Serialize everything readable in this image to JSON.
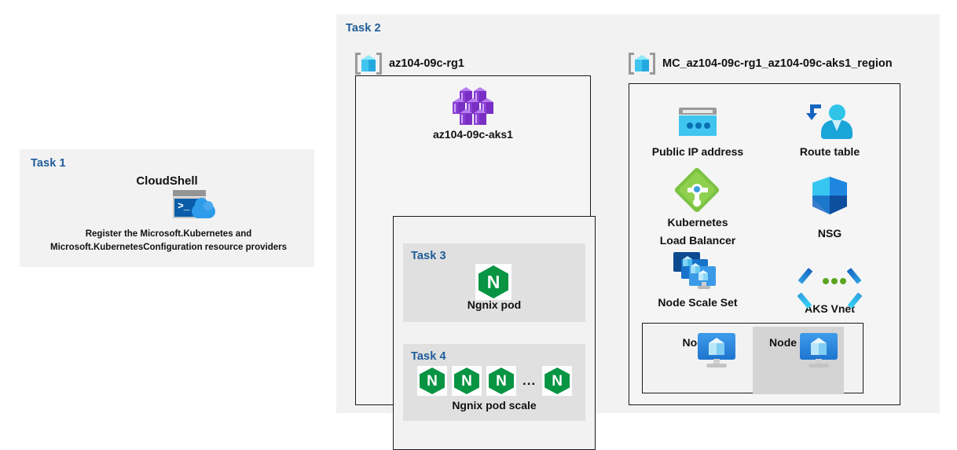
{
  "task1": {
    "label": "Task 1",
    "tool_title": "CloudShell",
    "tool_icon": "cloudshell-icon",
    "description": "Register the Microsoft.Kubernetes  and Microsoft.KubernetesConfiguration  resource providers"
  },
  "task2": {
    "label": "Task 2",
    "resource_groups": [
      {
        "name": "az104-09c-rg1",
        "icon": "resource-group-icon"
      },
      {
        "name": "MC_az104-09c-rg1_az104-09c-aks1_region",
        "icon": "resource-group-icon"
      }
    ],
    "aks": {
      "name": "az104-09c-aks1",
      "icon": "aks-cluster-icon"
    },
    "task3": {
      "label": "Task 3",
      "caption": "Ngnix pod",
      "icon": "nginx-icon",
      "pod_count": 1
    },
    "task4": {
      "label": "Task 4",
      "caption": "Ngnix pod scale",
      "icon": "nginx-icon",
      "visible_pods": 3,
      "ellipsis": "...",
      "trailing_pods": 1
    },
    "managed_resources": [
      {
        "name": "Public IP address",
        "icon": "public-ip-icon"
      },
      {
        "name": "Route table",
        "icon": "route-table-icon"
      },
      {
        "name": "Kubernetes Load Balancer",
        "line1": "Kubernetes",
        "line2": "Load Balancer",
        "icon": "load-balancer-icon"
      },
      {
        "name": "NSG",
        "icon": "nsg-shield-icon"
      },
      {
        "name": "Node Scale Set",
        "icon": "node-scale-set-icon"
      },
      {
        "name": "AKS Vnet",
        "icon": "vnet-icon"
      }
    ],
    "nodes": [
      {
        "name": "Node",
        "icon": "node-icon",
        "highlighted": false
      },
      {
        "name": "Node scale",
        "icon": "node-icon",
        "highlighted": true
      }
    ]
  },
  "colors": {
    "task_label": "#1f5c99",
    "panel_bg": "#f2f2f2",
    "sub_panel_bg": "#e0e0e0",
    "highlight_bg": "#d4d4d4",
    "border": "#1a1a1a",
    "nginx_green": "#079443",
    "aks_purple": "#7a2fc4",
    "azure_blue": "#1e74cf",
    "cyan": "#3fc5f0"
  }
}
